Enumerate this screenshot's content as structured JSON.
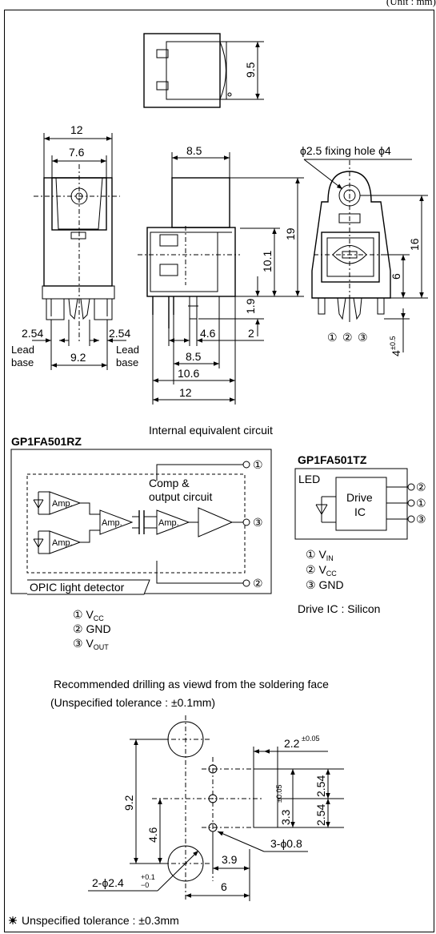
{
  "header": {
    "unit": "(Unit : mm)"
  },
  "outline": {
    "dim_top_height": "9.5",
    "front": {
      "w12": "12",
      "w7_6": "7.6",
      "lead_left": "2.54",
      "lead_right": "2.54",
      "lead_span": "9.2",
      "lead_base_l1": "Lead",
      "lead_base_l2": "base",
      "lead_base_r1": "Lead",
      "lead_base_r2": "base"
    },
    "side": {
      "d8_5_top": "8.5",
      "d19": "19",
      "d10_1": "10.1",
      "d1_9": "1.9",
      "d4_6": "4.6",
      "d2": "2",
      "d8_5_b": "8.5",
      "d10_6": "10.6",
      "d12": "12"
    },
    "rear": {
      "hole_note": "ϕ2.5 fixing hole ϕ4",
      "d16": "16",
      "d6": "6",
      "d4": "4",
      "d4_tol": "±0.5",
      "pin1": "①",
      "pin2": "②",
      "pin3": "③"
    }
  },
  "circuit": {
    "title": "Internal equivalent circuit",
    "rz": {
      "model": "GP1FA501RZ",
      "amp": "Amp.",
      "comp_l1": "Comp &",
      "comp_l2": "output circuit",
      "opic": "OPIC light detector",
      "term1": "①",
      "term2": "②",
      "term3": "③",
      "pins": [
        {
          "num": "①",
          "name": "V",
          "sub": "CC"
        },
        {
          "num": "②",
          "name": "GND",
          "sub": ""
        },
        {
          "num": "③",
          "name": "V",
          "sub": "OUT"
        }
      ]
    },
    "tz": {
      "model": "GP1FA501TZ",
      "led": "LED",
      "drive_l1": "Drive",
      "drive_l2": "IC",
      "term2": "②",
      "term1": "①",
      "term3": "③",
      "pins": [
        {
          "num": "①",
          "name": "V",
          "sub": "IN"
        },
        {
          "num": "②",
          "name": "V",
          "sub": "CC"
        },
        {
          "num": "③",
          "name": "GND",
          "sub": ""
        }
      ],
      "material": "Drive IC : Silicon"
    }
  },
  "drilling": {
    "title": "Recommended drilling as viewd from the soldering face",
    "tolerance": "(Unspecified tolerance : ±0.1mm)",
    "d2_2": "2.2",
    "d2_2_tol": "±0.05",
    "d3_3": "3.3",
    "d3_3_tol": "±0.05",
    "d2_54a": "2.54",
    "d2_54b": "2.54",
    "d9_2": "9.2",
    "d4_6": "4.6",
    "d3_9": "3.9",
    "d6": "6",
    "hole_small": "3-ϕ0.8",
    "hole_big": "2-ϕ2.4",
    "hole_big_tol_up": "+0.1",
    "hole_big_tol_dn": "−0"
  },
  "footer": {
    "note": "Unspecified tolerance : ±0.3mm",
    "icon": "asterisk-icon"
  }
}
